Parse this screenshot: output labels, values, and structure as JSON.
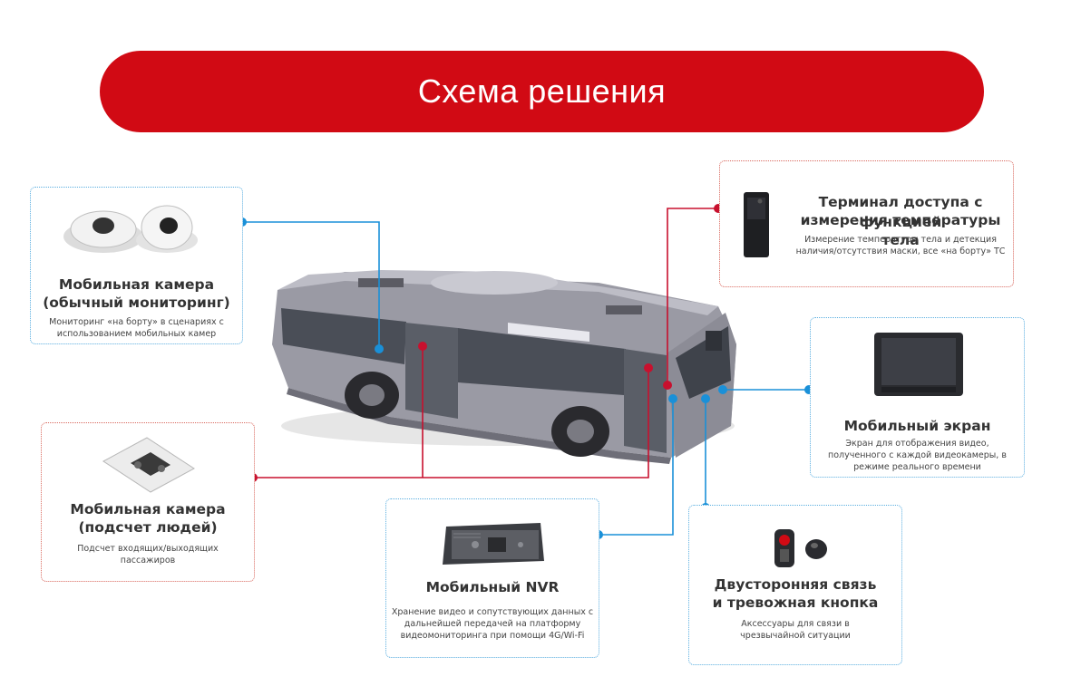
{
  "title": "Схема решения",
  "colors": {
    "title_bg": "#d10a14",
    "blue_wire": "#1a90d8",
    "red_wire": "#c8102e",
    "blue_border": "#5aaee0",
    "red_border": "#d9695f"
  },
  "cards": {
    "camera_monitoring": {
      "title_1": "Мобильная камера",
      "title_2": "(обычный мониторинг)",
      "desc_1": "Мониторинг «на борту» в сценариях с",
      "desc_2": "использованием мобильных камер"
    },
    "camera_counting": {
      "title_1": "Мобильная камера",
      "title_2": "(подсчет людей)",
      "desc_1": "Подсчет входящих/выходящих",
      "desc_2": "пассажиров"
    },
    "nvr": {
      "title_1": "Мобильный NVR",
      "desc_1": "Хранение видео и сопутствующих данных с",
      "desc_2": "дальнейшей передачей на платформу",
      "desc_3": "видеомониторинга при помощи 4G/Wi-Fi"
    },
    "terminal": {
      "title_1": "Терминал доступа с функцией",
      "title_2": "измерения температуры тела",
      "desc_1": "Измерение температуры тела и детекция",
      "desc_2": "наличия/отсутствия маски, все «на борту» ТС"
    },
    "screen": {
      "title_1": "Мобильный экран",
      "desc_1": "Экран для отображения видео,",
      "desc_2": "полученного с каждой видеокамеры, в",
      "desc_3": "режиме реального времени"
    },
    "intercom": {
      "title_1": "Двусторонняя связь",
      "title_2": "и тревожная кнопка",
      "desc_1": "Аксессуары для связи в",
      "desc_2": "чрезвычайной ситуации"
    }
  },
  "icons": [
    "dome-camera-icon",
    "counting-camera-icon",
    "nvr-icon",
    "access-terminal-icon",
    "monitor-screen-icon",
    "intercom-panic-button-icon",
    "bus-image"
  ]
}
